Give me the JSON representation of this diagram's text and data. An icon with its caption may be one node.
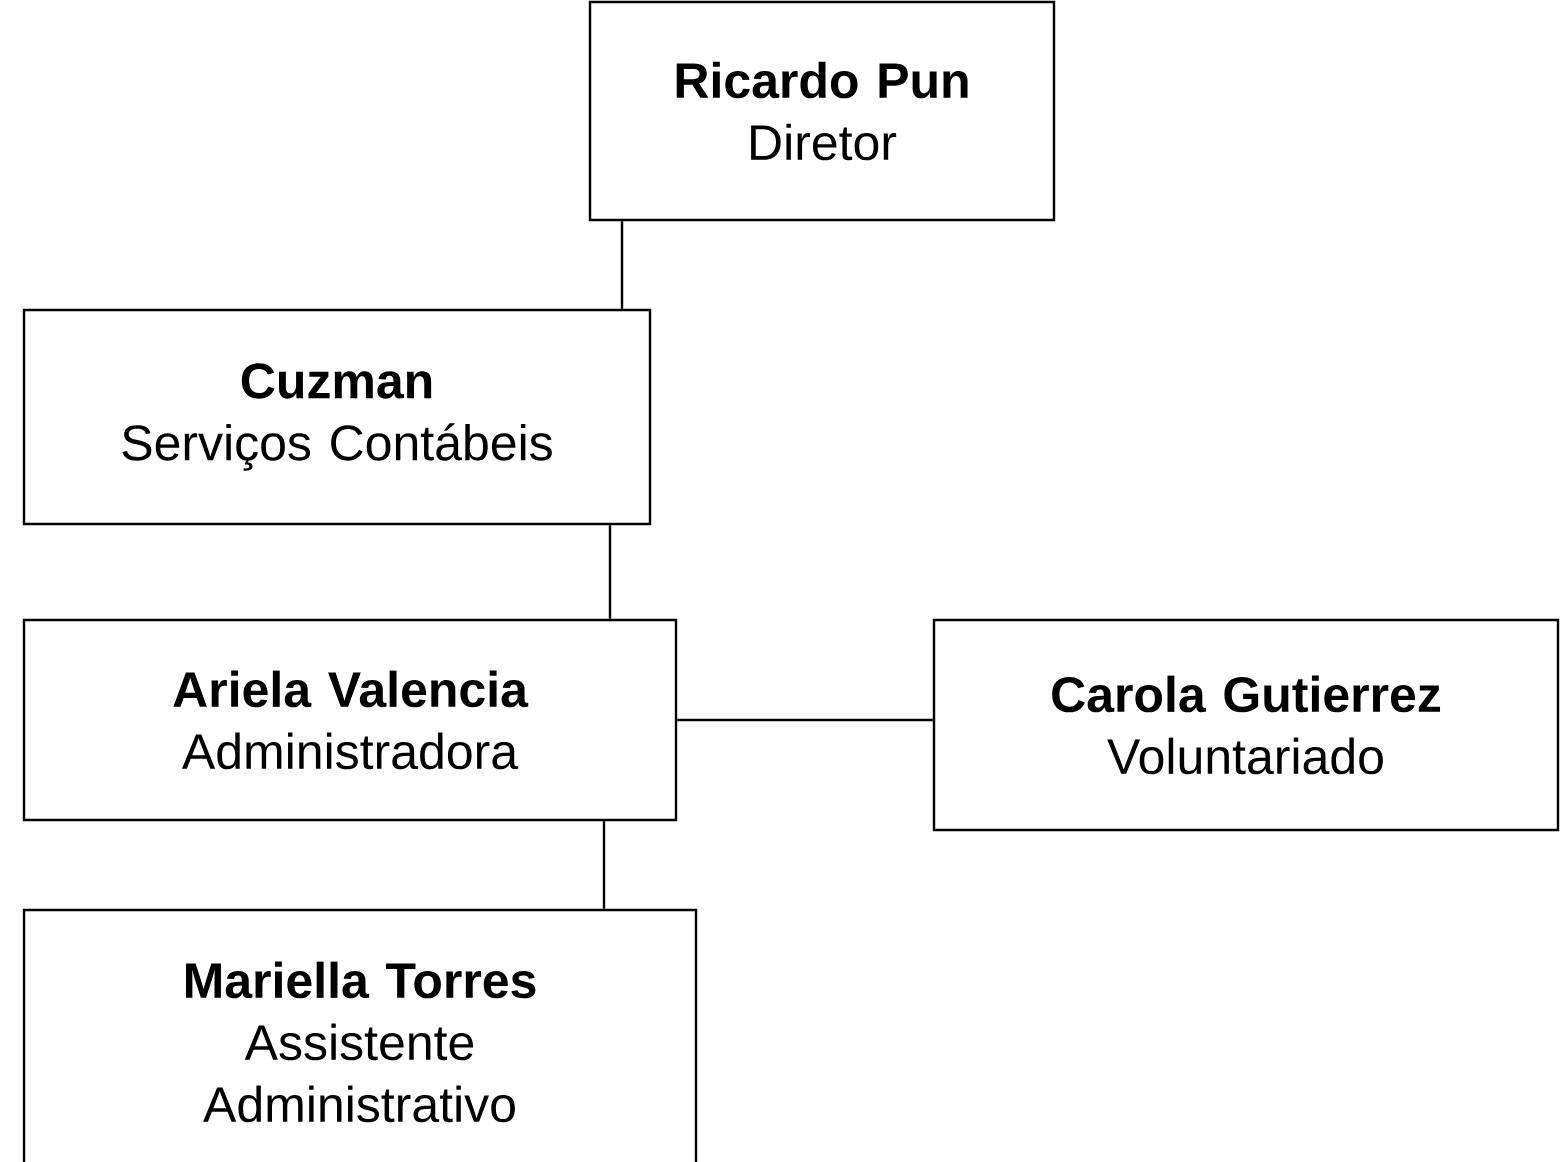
{
  "diagram": {
    "nodes": [
      {
        "text": [
          "Ricardo Pun",
          "Diretor"
        ]
      },
      {
        "text": [
          "Cuzman",
          "Serviços Contábeis"
        ]
      },
      {
        "text": [
          "Ariela Valencia",
          "Administradora"
        ]
      },
      {
        "text": [
          "Carola Gutierrez",
          "Voluntariado"
        ]
      },
      {
        "text": [
          "Mariella Torres",
          "Assistente Administrativo"
        ]
      }
    ],
    "edges": [
      {
        "from": 0,
        "to": 1,
        "arrow": "none"
      },
      {
        "from": 1,
        "to": 2,
        "arrow": "none"
      },
      {
        "from": 2,
        "to": 3,
        "arrow": "none"
      },
      {
        "from": 2,
        "to": 4,
        "arrow": "none"
      }
    ]
  }
}
